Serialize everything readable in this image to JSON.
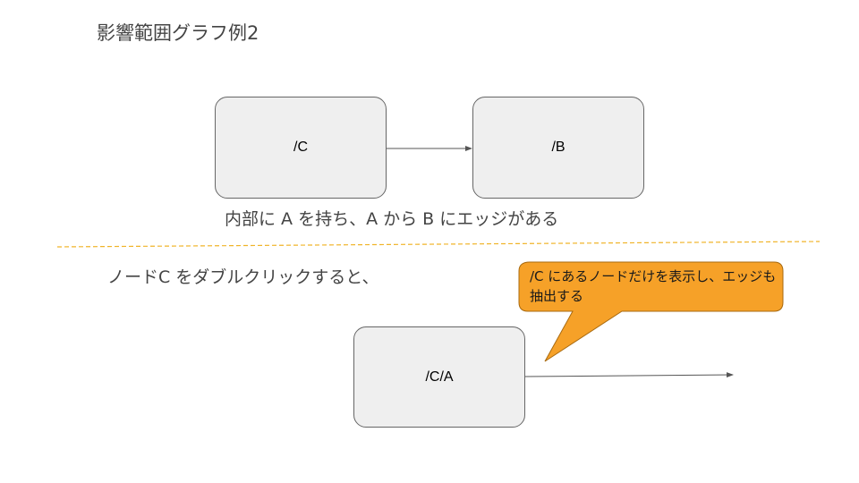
{
  "title": "影響範囲グラフ例2",
  "top_section": {
    "node_c": "/C",
    "node_b": "/B",
    "caption": "内部に A を持ち、A から B にエッジがある"
  },
  "bottom_section": {
    "caption": "ノードC をダブルクリックすると、",
    "node_ca": "/C/A",
    "callout": "/C にあるノードだけを表示し、エッジも抽出する"
  },
  "colors": {
    "node_fill": "#efefef",
    "callout_fill": "#f6a128",
    "divider": "#f0b429"
  }
}
